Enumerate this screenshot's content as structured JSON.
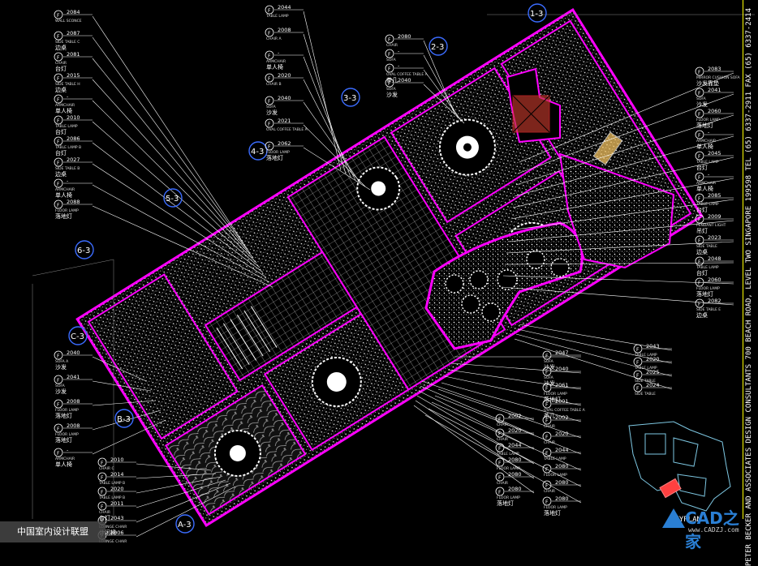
{
  "title_strip": "PETER BECKER AND ASSOCIATES DESIGN CONSULTANTS  700 BEACH ROAD, LEVEL TWO  SINGAPORE 199598  TEL (65) 6337-2911  FAX (65) 6337-2414",
  "watermark": "中国室内设计联盟",
  "logo": {
    "text": "CAD之家",
    "url": "www.CADZJ.com"
  },
  "keyplan_label": "KEYPLAN",
  "colors": {
    "outline": "#ff00ff",
    "yellow": "#ffff00",
    "hatch": "#ffffff",
    "circle": "#0000ff",
    "bg": "#000000"
  },
  "sections": [
    "1-3",
    "2-3",
    "3-3",
    "4-3",
    "5-3",
    "6-3",
    "C-3",
    "B-3",
    "A-3"
  ],
  "left_tags": [
    {
      "code": "2084",
      "name": "WALL SCONCE",
      "cn": ""
    },
    {
      "code": "2087",
      "name": "SIDE TABLE C",
      "cn": "边桌"
    },
    {
      "code": "2081",
      "name": "CHAIR",
      "cn": "台灯"
    },
    {
      "code": "2015",
      "name": "SIDE TABLE H",
      "cn": "边桌"
    },
    {
      "code": "-",
      "name": "ARMCHAIR",
      "cn": "单人椅"
    },
    {
      "code": "2010",
      "name": "TABLE LAMP",
      "cn": "台灯"
    },
    {
      "code": "2086",
      "name": "TABLE LAMP B",
      "cn": "台灯"
    },
    {
      "code": "2027",
      "name": "SIDE TABLE B",
      "cn": "边桌"
    },
    {
      "code": "-",
      "name": "ARMCHAIR",
      "cn": "单人椅"
    },
    {
      "code": "2088",
      "name": "FLOOR LAMP",
      "cn": "落地灯"
    }
  ],
  "top_tags": [
    {
      "code": "2044",
      "name": "TABLE LAMP",
      "cn": ""
    },
    {
      "code": "2008",
      "name": "CHAIR A",
      "cn": ""
    },
    {
      "code": "-",
      "name": "ARMCHAIR",
      "cn": "单人椅"
    },
    {
      "code": "2020",
      "name": "CHAIR B",
      "cn": ""
    },
    {
      "code": "2040",
      "name": "SOFA",
      "cn": "沙发"
    },
    {
      "code": "2021",
      "name": "OVAL COFFEE TABLE A",
      "cn": ""
    },
    {
      "code": "2062",
      "name": "FLOOR LAMP",
      "cn": "落地灯"
    }
  ],
  "mid_tags": [
    {
      "code": "2080",
      "name": "CHAIR",
      "cn": ""
    },
    {
      "code": "-",
      "name": "SOFA",
      "cn": ""
    },
    {
      "code": "-",
      "name": "OVAL COFFEE TABLE A",
      "cn": "茶几"
    },
    {
      "code": "2040",
      "name": "SOFA",
      "cn": "沙发"
    }
  ],
  "right_tags": [
    {
      "code": "2083",
      "name": "MIRROR CUSHION SOFA",
      "cn": "沙发靠垫"
    },
    {
      "code": "2041",
      "name": "SOFA",
      "cn": "沙发"
    },
    {
      "code": "2060",
      "name": "FLOOR LAMP",
      "cn": "落地灯"
    },
    {
      "code": "-",
      "name": "ARMCHAIR",
      "cn": "单人椅"
    },
    {
      "code": "2045",
      "name": "TABLE LAMP",
      "cn": "台灯"
    },
    {
      "code": "-",
      "name": "ARMCHAIR",
      "cn": "单人椅"
    },
    {
      "code": "2085",
      "name": "TABLE LAMP",
      "cn": "台灯"
    },
    {
      "code": "2009",
      "name": "PENDANT LIGHT",
      "cn": "吊灯"
    },
    {
      "code": "2023",
      "name": "SIDE TABLE",
      "cn": "边桌"
    },
    {
      "code": "2048",
      "name": "TABLE LAMP",
      "cn": "台灯"
    },
    {
      "code": "2060",
      "name": "FLOOR LAMP",
      "cn": "落地灯"
    },
    {
      "code": "2082",
      "name": "SIDE TABLE E",
      "cn": "边桌"
    }
  ],
  "lower_right_tags": [
    {
      "code": "2043",
      "name": "TABLE LAMP",
      "cn": ""
    },
    {
      "code": "2020",
      "name": "TABLE LAMP",
      "cn": ""
    },
    {
      "code": "2025",
      "name": "SIDE TABLE",
      "cn": ""
    },
    {
      "code": "2024",
      "name": "SIDE TABLE",
      "cn": ""
    }
  ],
  "lower_mid_tags": [
    {
      "code": "2047",
      "name": "SOFA",
      "cn": "沙发"
    },
    {
      "code": "2040",
      "name": "SOFA",
      "cn": "沙发"
    },
    {
      "code": "2061",
      "name": "FLOOR LAMP",
      "cn": "落地灯"
    },
    {
      "code": "2001",
      "name": "OVAL COFFEE TABLE A",
      "cn": "茶几"
    },
    {
      "code": "2002",
      "name": "CHAIR",
      "cn": ""
    },
    {
      "code": "2020",
      "name": "CHAIR",
      "cn": ""
    },
    {
      "code": "2044",
      "name": "TABLE LAMP",
      "cn": ""
    },
    {
      "code": "2080",
      "name": "FLOOR LAMP",
      "cn": ""
    },
    {
      "code": "2080",
      "name": "CHAIR",
      "cn": ""
    },
    {
      "code": "2080",
      "name": "FLOOR LAMP",
      "cn": "落地灯"
    }
  ],
  "lower_left_tags": [
    {
      "code": "2040",
      "name": "SOFA A",
      "cn": "沙发"
    },
    {
      "code": "2041",
      "name": "SOFA",
      "cn": "沙发"
    },
    {
      "code": "2008",
      "name": "FLOOR LAMP",
      "cn": "落地灯"
    },
    {
      "code": "2008",
      "name": "FLOOR LAMP",
      "cn": "落地灯"
    },
    {
      "code": "-",
      "name": "ARMCHAIR",
      "cn": "单人椅"
    }
  ],
  "bottom_tags": [
    {
      "code": "2010",
      "name": "CHAIR C",
      "cn": ""
    },
    {
      "code": "2014",
      "name": "TABLE LAMP B",
      "cn": ""
    },
    {
      "code": "2020",
      "name": "TABLE LAMP B",
      "cn": ""
    },
    {
      "code": "2011",
      "name": "CHAIR",
      "cn": "台灯"
    },
    {
      "code": "2043",
      "name": "LOUNGE CHAIR",
      "cn": "休闲椅"
    },
    {
      "code": "2006",
      "name": "LOUNGE CHAIR",
      "cn": "休闲椅"
    }
  ]
}
